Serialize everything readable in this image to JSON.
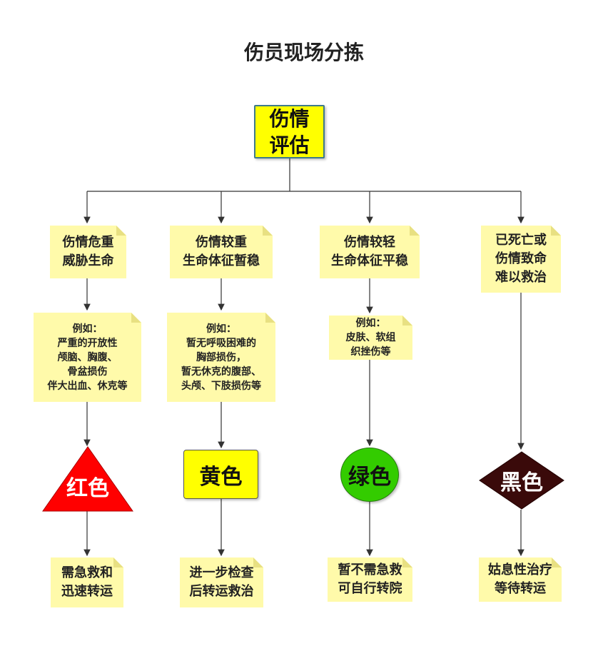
{
  "title": "伤员现场分拣",
  "root": {
    "label": "伤情\n评估"
  },
  "branches": [
    {
      "condition": "伤情危重\n威胁生命",
      "example": "例如：\n严重的开放性\n颅脑、胸腹、\n骨盆损伤\n伴大出血、休克等",
      "category": "红色",
      "shape": "triangle",
      "color": "#ff0000",
      "action": "需急救和\n迅速转运"
    },
    {
      "condition": "伤情较重\n生命体征暂稳",
      "example": "例如：\n暂无呼吸困难的\n胸部损伤，\n暂无休克的腹部、\n头颅、下肢损伤等",
      "category": "黄色",
      "shape": "rectangle",
      "color": "#ffff00",
      "action": "进一步检查\n后转运救治"
    },
    {
      "condition": "伤情较轻\n生命体征平稳",
      "example": "例如：\n皮肤、软组\n织挫伤等",
      "category": "绿色",
      "shape": "circle",
      "color": "#33cc00",
      "action": "暂不需急救\n可自行转院"
    },
    {
      "condition": "已死亡或\n伤情致命\n难以救治",
      "category": "黑色",
      "shape": "diamond",
      "color": "#3a0a0a",
      "action": "姑息性治疗\n等待转运"
    }
  ]
}
